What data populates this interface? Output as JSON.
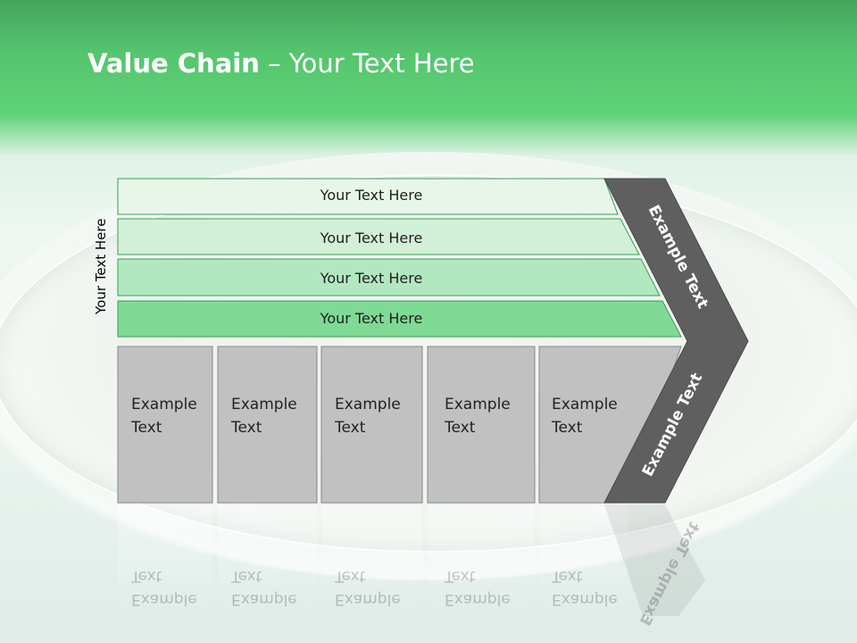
{
  "title": {
    "bold": "Value Chain",
    "rest": " – Your Text Here"
  },
  "side_label": "Your Text Here",
  "layers": [
    {
      "label": "Your Text Here",
      "color": "#e8f6ea"
    },
    {
      "label": "Your Text Here",
      "color": "#d2f0d8"
    },
    {
      "label": "Your Text Here",
      "color": "#b2e8c0"
    },
    {
      "label": "Your Text Here",
      "color": "#7fda95"
    }
  ],
  "columns": [
    {
      "line1": "Example",
      "line2": "Text"
    },
    {
      "line1": "Example",
      "line2": "Text"
    },
    {
      "line1": "Example",
      "line2": "Text"
    },
    {
      "line1": "Example",
      "line2": "Text"
    },
    {
      "line1": "Example",
      "line2": "Text"
    }
  ],
  "chevron": {
    "top_label": "Example Text",
    "bottom_label": "Example Text",
    "color": "#5f5f5f"
  },
  "colors": {
    "header_green": "#55c56e",
    "column_fill": "#c1c1c1",
    "layer_stroke": "#3a9c55"
  }
}
